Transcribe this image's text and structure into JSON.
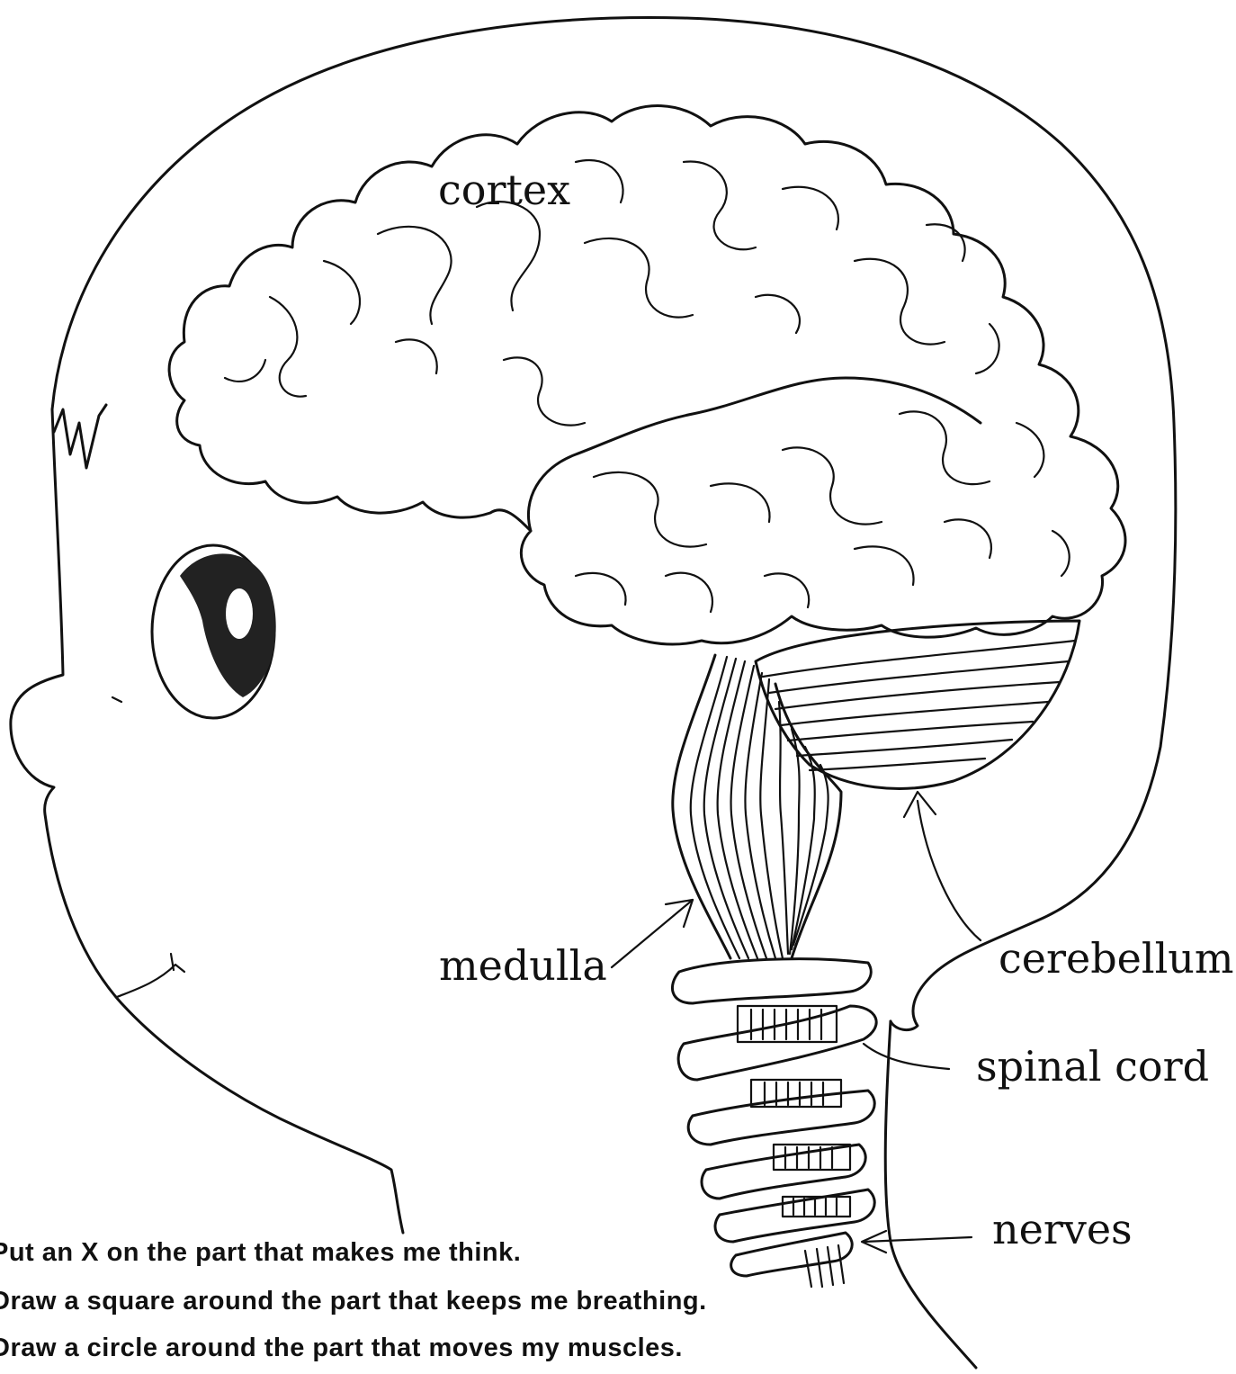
{
  "labels": {
    "cortex": "cortex",
    "medulla": "medulla",
    "cerebellum": "cerebellum",
    "spinal_cord": "spinal cord",
    "nerves": "nerves"
  },
  "instructions": [
    "Put an X on the part that makes me think.",
    "Draw a square around the part that keeps me breathing.",
    "Draw a circle around the part that moves my muscles."
  ]
}
